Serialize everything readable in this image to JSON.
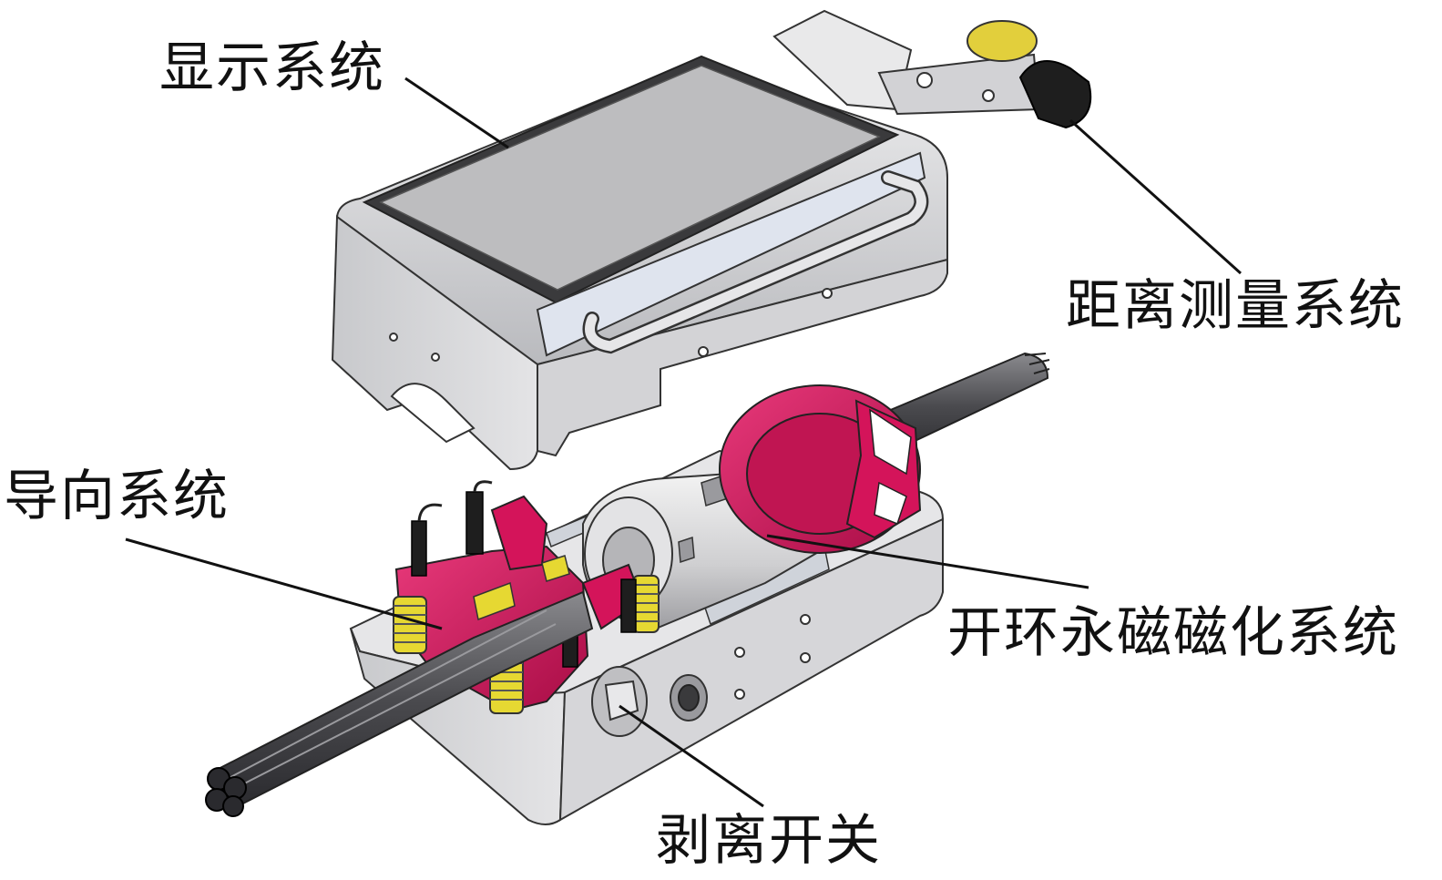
{
  "labels": {
    "display_system": "显示系统",
    "distance_system": "距离测量系统",
    "guide_system": "导向系统",
    "magnetization_system": "开环永磁磁化系统",
    "release_switch": "剥离开关"
  },
  "colors": {
    "housing": "#d9d9dc",
    "housing_dark": "#a9aaae",
    "screen": "#bcbcbe",
    "magenta": "#d4145a",
    "spring_yellow": "#e6d832",
    "cable": "#5a5a5e",
    "sensor_black": "#1e1e1e",
    "leader_line": "#111111"
  }
}
